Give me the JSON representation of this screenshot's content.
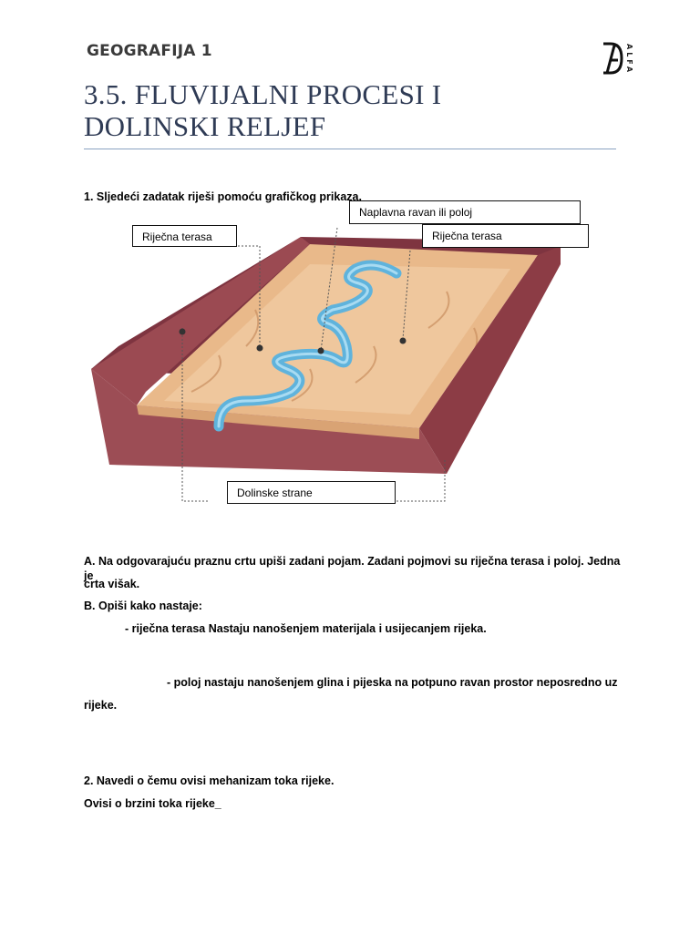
{
  "header": {
    "subject": "GEOGRAFIJA 1",
    "logo_text": "ALFA"
  },
  "title": {
    "line1": "3.5. FLUVIJALNI PROCESI I",
    "line2": "DOLINSKI RELJEF"
  },
  "task1": {
    "prompt": "1. Sljedeći zadatak riješi pomoću grafičkog prikaza.",
    "labels": {
      "floodplain": "Naplavna ravan ili poloj",
      "terrace_left": "Riječna terasa",
      "terrace_right": "Riječna terasa",
      "valley_sides": "Dolinske strane"
    },
    "instruction_a_line1": "A. Na odgovarajuću praznu crtu upiši zadani pojam. Zadani pojmovi su riječna terasa i poloj. Jedna je",
    "instruction_a_line2": "crta višak.",
    "instruction_b": "B. Opiši kako nastaje:",
    "answer_terrace": "- riječna terasa  Nastaju nanošenjem materijala i usijecanjem rijeka.",
    "answer_poloj_line1": "- poloj   nastaju nanošenjem glina i pijeska na potpuno ravan prostor neposredno uz",
    "answer_poloj_line2": "rijeke."
  },
  "task2": {
    "prompt": "2. Navedi o čemu ovisi mehanizam toka rijeke.",
    "answer": "Ovisi o brzini toka rijeke_"
  },
  "colors": {
    "title": "#2f3b55",
    "rule": "#8aa2c2",
    "valley_wall": "#8c3c45",
    "valley_floor": "#e8b888",
    "river": "#6cb8e0"
  }
}
